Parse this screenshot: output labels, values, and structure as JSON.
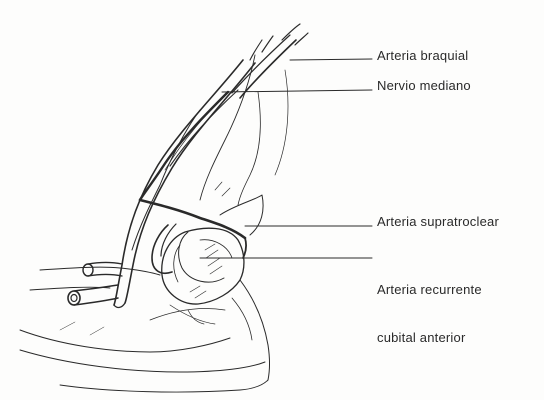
{
  "labels": {
    "arteria_braquial": "Arteria braquial",
    "nervio_mediano": "Nervio mediano",
    "arteria_supratroclear": "Arteria supratroclear",
    "arteria_recurrente_line1": "Arteria recurrente",
    "arteria_recurrente_line2": "cubital anterior"
  },
  "colors": {
    "ink": "#2a2a2a",
    "paper": "#fdfdfc"
  }
}
